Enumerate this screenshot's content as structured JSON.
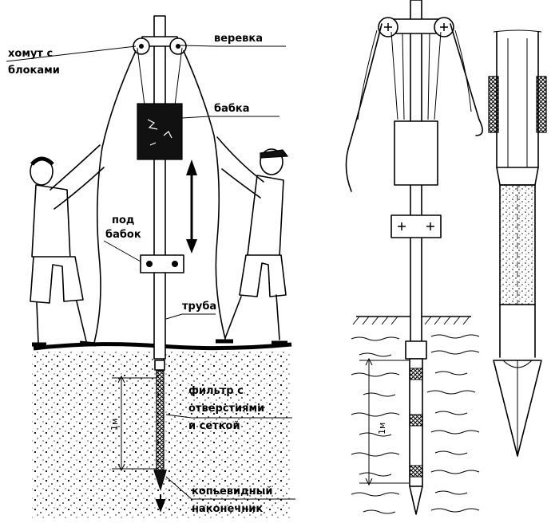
{
  "labels": {
    "clamp_with_pulleys": [
      "хомут с",
      "блоками"
    ],
    "rope": "веревка",
    "weight": "бабка",
    "weight_stop": [
      "под",
      "бабок"
    ],
    "pipe": "труба",
    "filter": [
      "фильтр с",
      "отверстиями",
      "и сеткой"
    ],
    "tip": [
      "копьевидный",
      "наконечник"
    ]
  },
  "dimensions": {
    "left_section": "1м",
    "right_section": "1м"
  }
}
